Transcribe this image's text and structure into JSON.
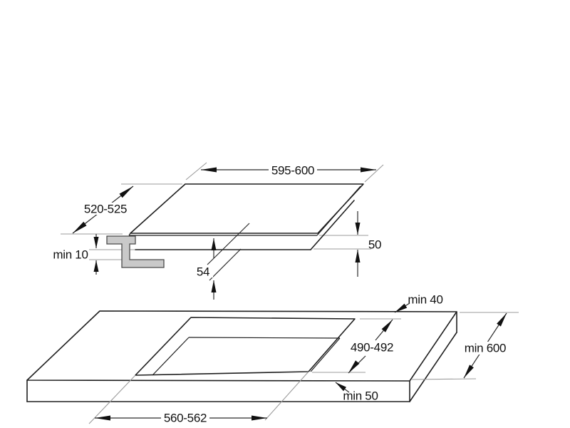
{
  "diagram": {
    "kind": "appliance-installation-dimension-drawing",
    "subject": "built-in hob and worktop cutout",
    "units": "mm",
    "hob": {
      "width": "595-600",
      "depth": "520-525",
      "body_height": "50",
      "total_height": "54",
      "clamp_clearance": "min 10"
    },
    "worktop": {
      "cutout_width": "560-562",
      "cutout_depth": "490-492",
      "rear_clearance": "min 40",
      "front_clearance": "min 50",
      "min_depth": "min 600"
    },
    "colors": {
      "line": "#1f1f1f",
      "dimension_line": "#2b2b2b",
      "extension_line": "#9b9b9b",
      "clamp_fill": "#c9c9c9",
      "background": "#ffffff"
    }
  }
}
